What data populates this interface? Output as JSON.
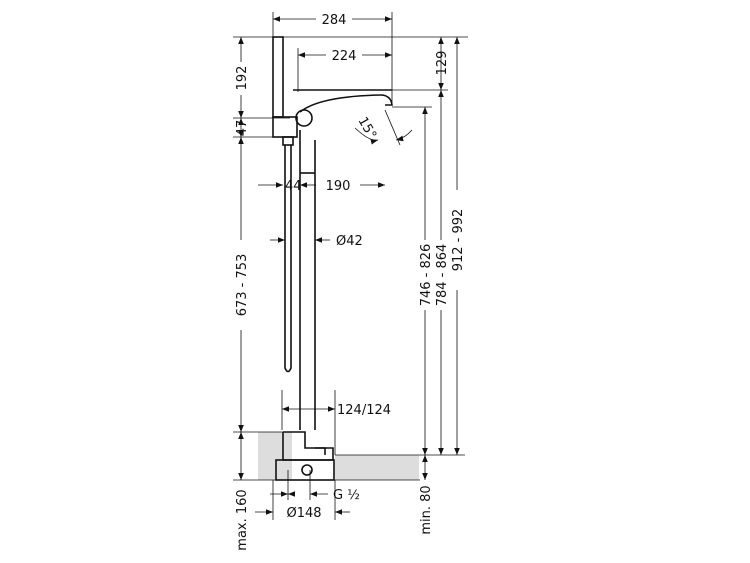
{
  "drawing": {
    "title": "Freestanding bath mixer dimension drawing",
    "dimensions": {
      "overall_width": "284",
      "spout_reach": "224",
      "spout_to_top": "129",
      "handshower_height": "192",
      "handle_section": "47",
      "riser_height": "673 - 753",
      "spout_outlet_height": "746 - 826",
      "spout_top_height": "784 - 864",
      "overall_height": "912 - 992",
      "riser_offset": "44",
      "spout_projection": "190",
      "riser_diameter": "Ø42",
      "base_size": "124/124",
      "max_depth": "max. 160",
      "min_depth": "min. 80",
      "connection": "G ½",
      "base_diameter": "Ø148",
      "angle": "15°"
    }
  }
}
